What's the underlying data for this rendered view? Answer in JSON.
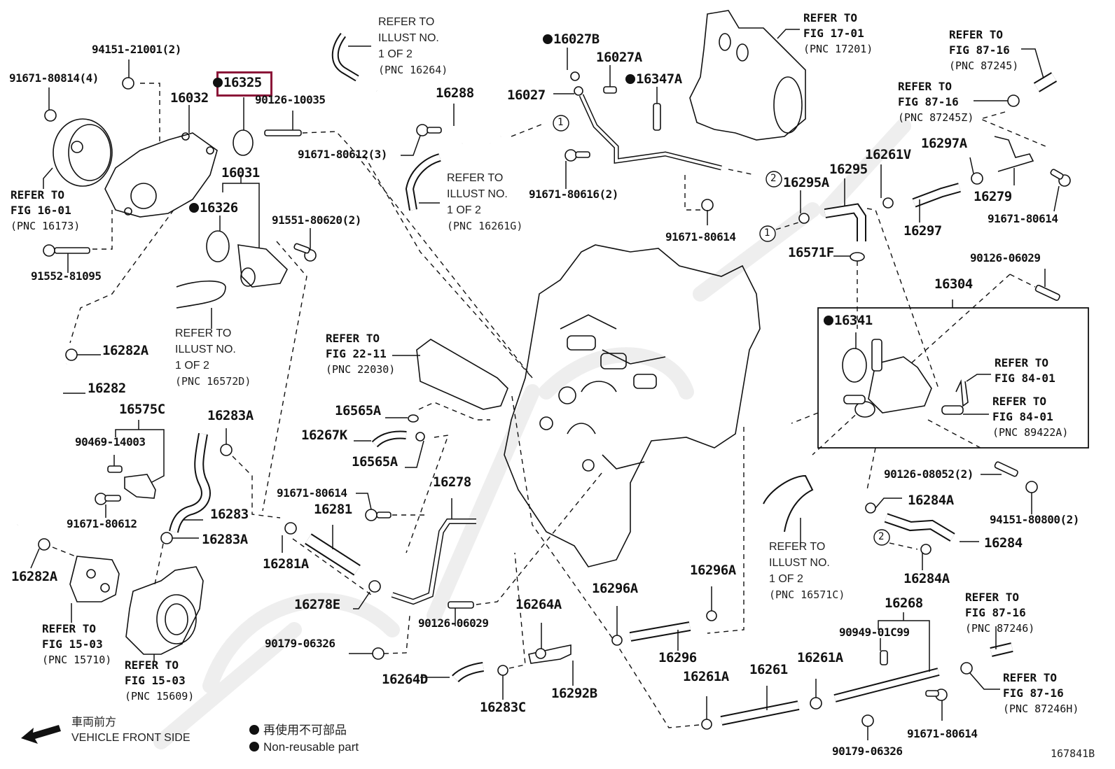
{
  "title": "Engine water pump / cooling hoses parts diagram",
  "figure_id": "167841B",
  "highlight": {
    "part": "16325",
    "color": "#8b1538"
  },
  "parts": {
    "p94151_21001": "94151-21001(2)",
    "p91671_80814": "91671-80814(4)",
    "p16325": "16325",
    "p16032": "16032",
    "p90126_10035": "90126-10035",
    "p16031": "16031",
    "p16326": "16326",
    "p91551_80620": "91551-80620(2)",
    "p91552_81095": "91552-81095",
    "p91671_80612_3": "91671-80612(3)",
    "p16288": "16288",
    "p16027B": "16027B",
    "p16027A": "16027A",
    "p16347A": "16347A",
    "p16027": "16027",
    "p91671_80616": "91671-80616(2)",
    "p91671_80614_a": "91671-80614",
    "p16295A": "16295A",
    "p16295": "16295",
    "p16261V": "16261V",
    "p16297A": "16297A",
    "p16279": "16279",
    "p16297": "16297",
    "p91671_80614_b": "91671-80614",
    "p16571F": "16571F",
    "p90126_06029_a": "90126-06029",
    "p16304": "16304",
    "p16341": "16341",
    "p16282A_a": "16282A",
    "p16282": "16282",
    "p16575C": "16575C",
    "p90469_14003": "90469-14003",
    "p91671_80612": "91671-80612",
    "p16283A_a": "16283A",
    "p16283": "16283",
    "p16283A_b": "16283A",
    "p16282A_b": "16282A",
    "p16565A_a": "16565A",
    "p16267K": "16267K",
    "p16565A_b": "16565A",
    "p91671_80614_c": "91671-80614",
    "p16281": "16281",
    "p16278": "16278",
    "p16281A": "16281A",
    "p16278E": "16278E",
    "p90126_06029_b": "90126-06029",
    "p90179_06326_a": "90179-06326",
    "p16264A": "16264A",
    "p16264D": "16264D",
    "p16283C": "16283C",
    "p16292B": "16292B",
    "p16296A_a": "16296A",
    "p16296A_b": "16296A",
    "p16296": "16296",
    "p16261A_a": "16261A",
    "p16261": "16261",
    "p16261A_b": "16261A",
    "p90126_08052": "90126-08052(2)",
    "p16284A_a": "16284A",
    "p94151_80800": "94151-80800(2)",
    "p16284": "16284",
    "p16284A_b": "16284A",
    "p16268": "16268",
    "p90949_01C99": "90949-01C99",
    "p91671_80614_d": "91671-80614",
    "p90179_06326_b": "90179-06326"
  },
  "references": {
    "fig16_01": {
      "l1": "REFER TO",
      "l2": "FIG 16-01",
      "pnc": "(PNC 16173)"
    },
    "illust_16264": {
      "l1": "REFER TO",
      "l2": "ILLUST NO.",
      "l3": "1 OF 2",
      "pnc": "(PNC 16264)"
    },
    "illust_16261G": {
      "l1": "REFER TO",
      "l2": "ILLUST NO.",
      "l3": "1 OF 2",
      "pnc": "(PNC 16261G)"
    },
    "fig17_01": {
      "l1": "REFER TO",
      "l2": "FIG 17-01",
      "pnc": "(PNC 17201)"
    },
    "fig87_16_87245": {
      "l1": "REFER TO",
      "l2": "FIG 87-16",
      "pnc": "(PNC 87245)"
    },
    "fig87_16_87245Z": {
      "l1": "REFER TO",
      "l2": "FIG 87-16",
      "pnc": "(PNC 87245Z)"
    },
    "illust_16572D": {
      "l1": "REFER TO",
      "l2": "ILLUST NO.",
      "l3": "1 OF 2",
      "pnc": "(PNC 16572D)"
    },
    "fig22_11": {
      "l1": "REFER TO",
      "l2": "FIG 22-11",
      "pnc": "(PNC 22030)"
    },
    "fig84_01_a": {
      "l1": "REFER TO",
      "l2": "FIG 84-01"
    },
    "fig84_01_b": {
      "l1": "REFER TO",
      "l2": "FIG 84-01",
      "pnc": "(PNC 89422A)"
    },
    "fig15_03_15710": {
      "l1": "REFER TO",
      "l2": "FIG 15-03",
      "pnc": "(PNC 15710)"
    },
    "fig15_03_15609": {
      "l1": "REFER TO",
      "l2": "FIG 15-03",
      "pnc": "(PNC 15609)"
    },
    "illust_16571C": {
      "l1": "REFER TO",
      "l2": "ILLUST NO.",
      "l3": "1 OF 2",
      "pnc": "(PNC 16571C)"
    },
    "fig87_16_87246": {
      "l1": "REFER TO",
      "l2": "FIG 87-16",
      "pnc": "(PNC 87246)"
    },
    "fig87_16_87246H": {
      "l1": "REFER TO",
      "l2": "FIG 87-16",
      "pnc": "(PNC 87246H)"
    }
  },
  "connectors": {
    "c1": "1",
    "c2": "2"
  },
  "legend": {
    "front_jp": "車両前方",
    "front_en": "VEHICLE FRONT SIDE",
    "nonreuse_jp": "再使用不可部品",
    "nonreuse_en": "Non-reusable part"
  }
}
